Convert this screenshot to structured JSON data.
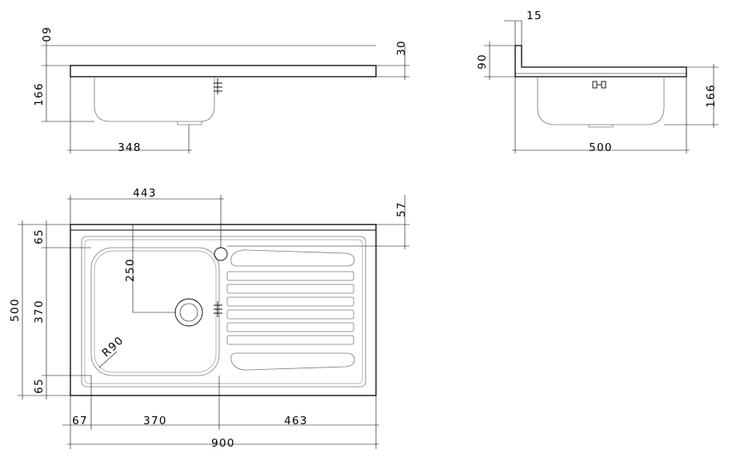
{
  "drawing": {
    "side_view": {
      "dim_top_thickness": "60",
      "dim_edge_thickness": "30",
      "dim_bowl_depth": "166",
      "dim_waste_offset": "348"
    },
    "end_view": {
      "dim_upstand_thickness": "15",
      "dim_upstand_height": "90",
      "dim_bowl_depth": "166",
      "dim_depth": "500"
    },
    "plan_view": {
      "dim_tap_hole_offset": "443",
      "dim_back_margin": "57",
      "dim_bowl_top_margin": "65",
      "dim_waste_from_bowl_top": "250",
      "dim_overall_depth": "500",
      "dim_bowl_length": "370",
      "dim_bowl_bottom_margin": "65",
      "dim_corner_radius": "R90",
      "dim_left_margin": "67",
      "dim_bowl_width": "370",
      "dim_drainer_width": "463",
      "dim_overall_width": "900"
    }
  }
}
